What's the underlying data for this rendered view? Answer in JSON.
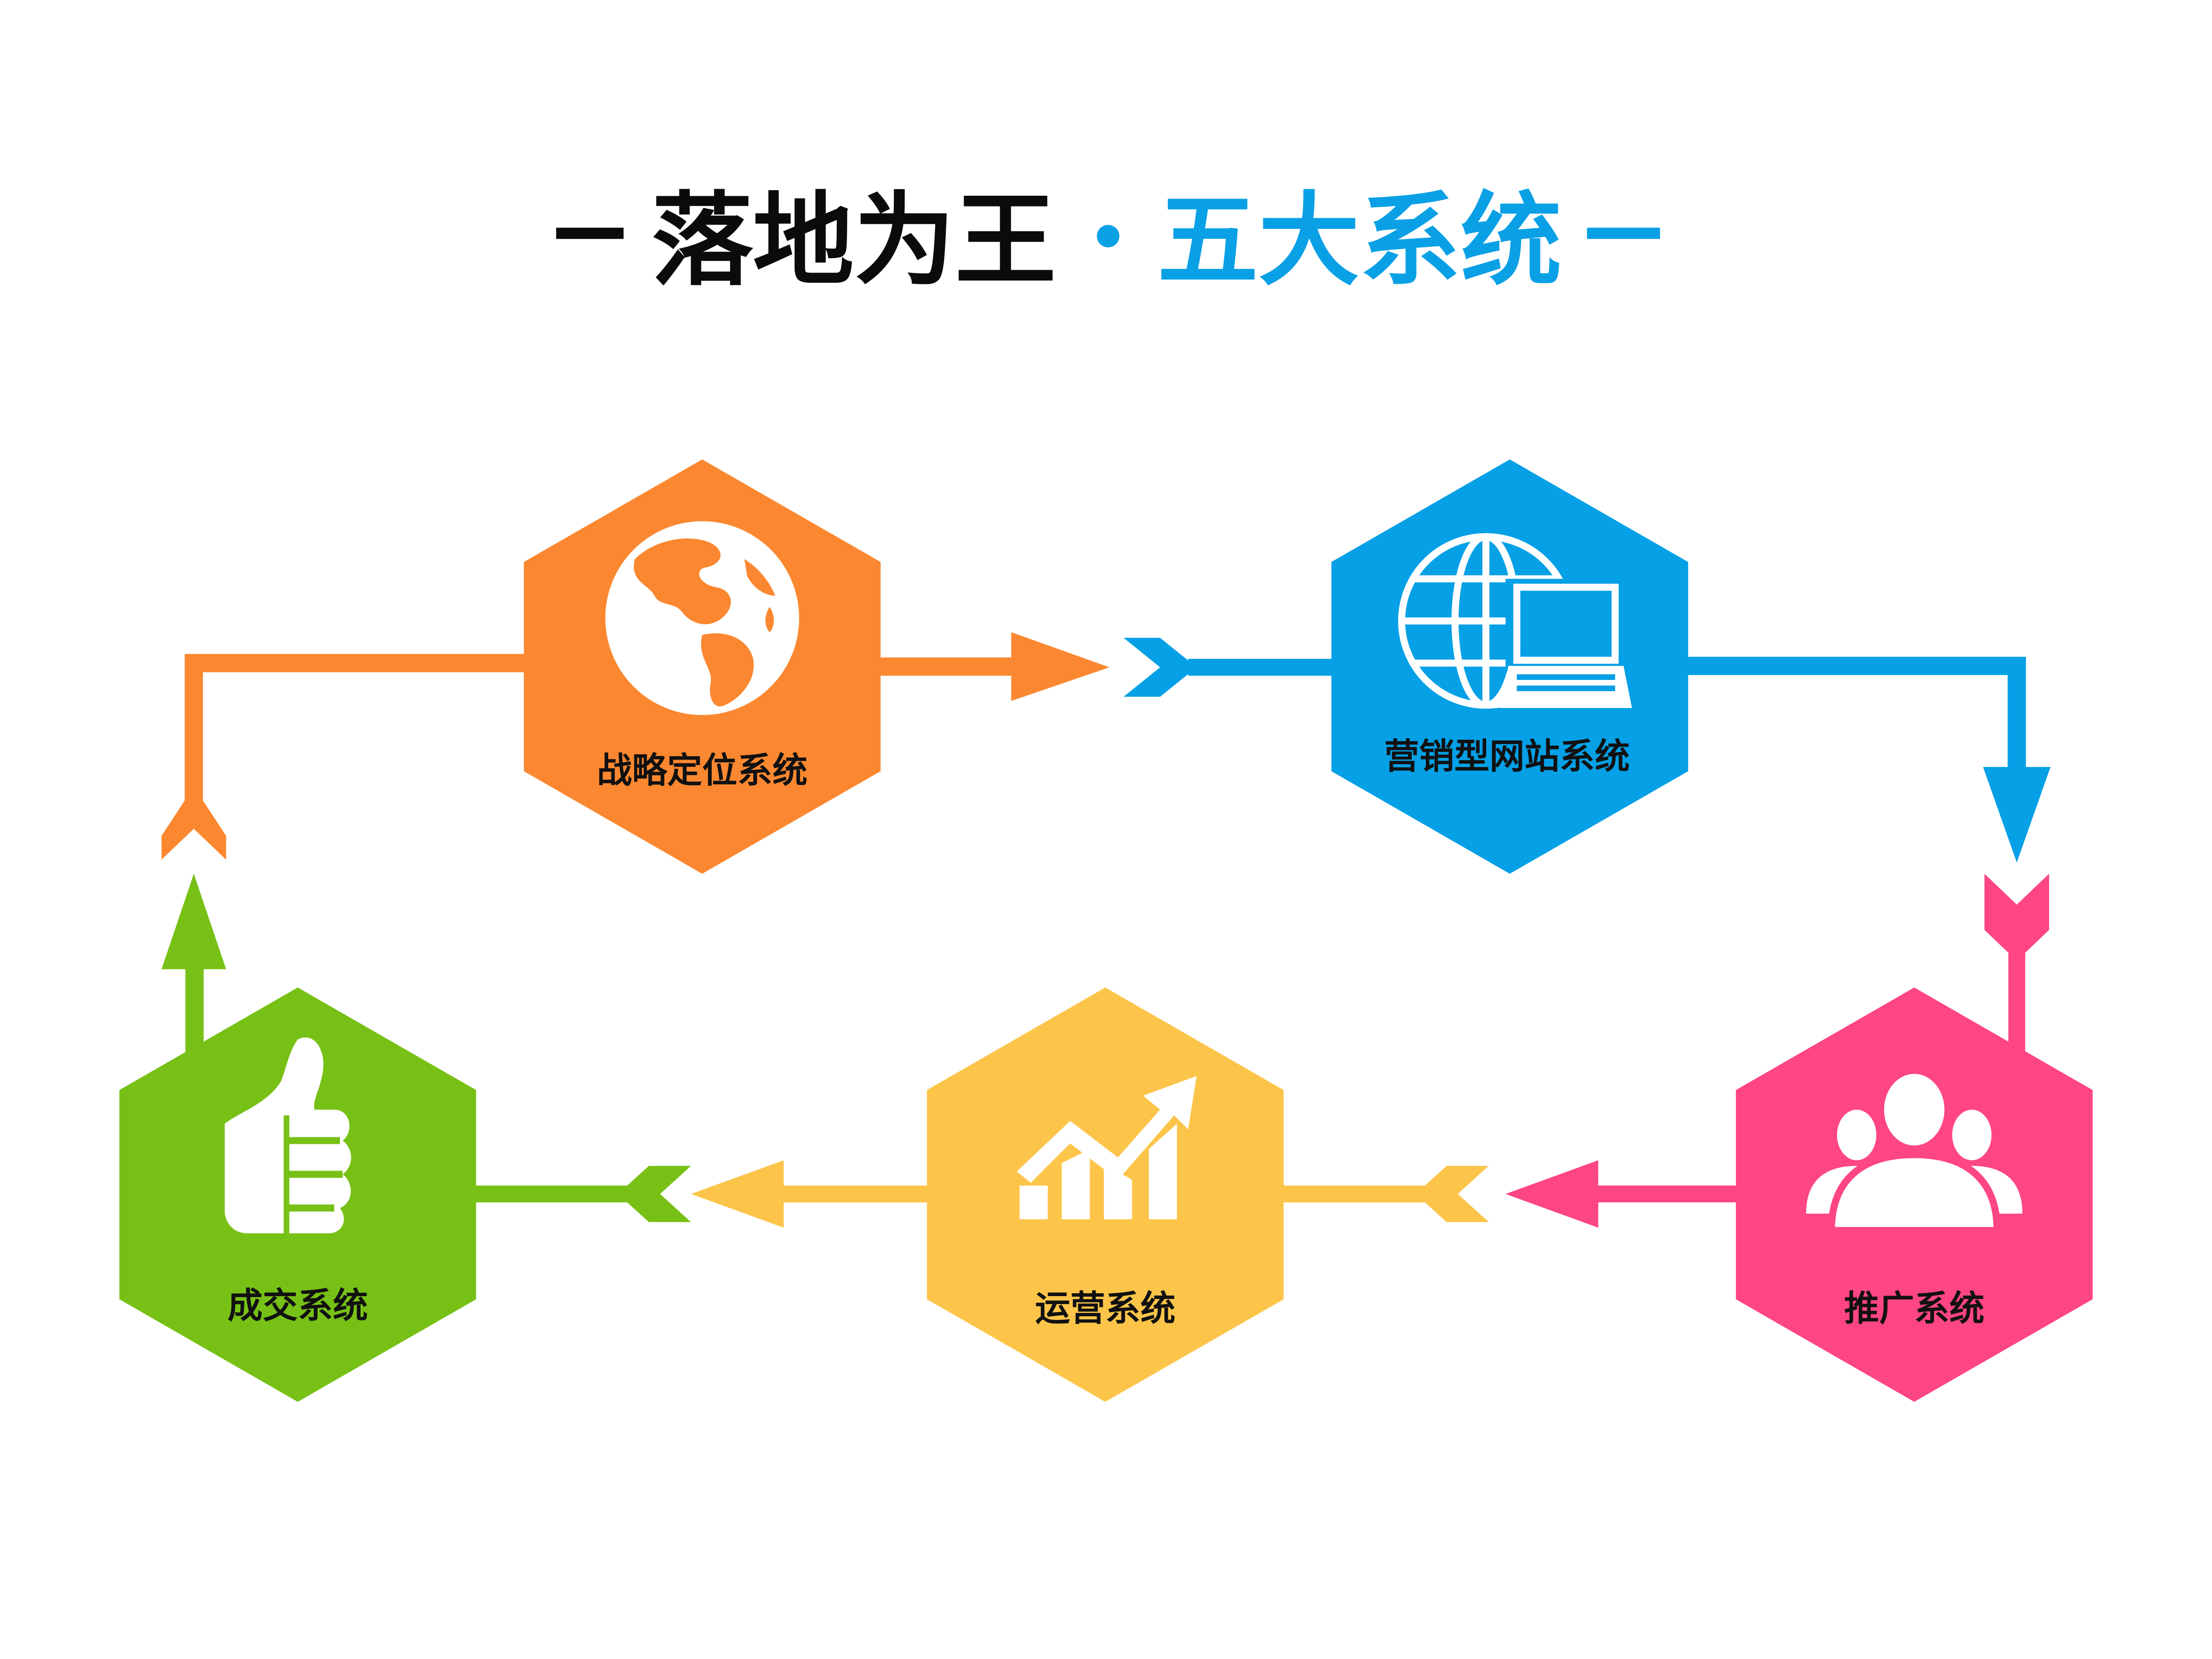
{
  "title": {
    "part1": "落地为王",
    "separator": "•",
    "part2": "五大系统",
    "part1_color": "#0b0b0b",
    "part2_color": "#0aa0e6"
  },
  "systems": [
    {
      "id": "strategy",
      "label": "战略定位系统",
      "icon": "globe-icon",
      "color": "#fb8830"
    },
    {
      "id": "website",
      "label": "营销型网站系统",
      "icon": "globe-laptop-icon",
      "color": "#05a0e6"
    },
    {
      "id": "promotion",
      "label": "推广系统",
      "icon": "people-icon",
      "color": "#fe4585"
    },
    {
      "id": "operation",
      "label": "运营系统",
      "icon": "growth-chart-icon",
      "color": "#fcc54a"
    },
    {
      "id": "deal",
      "label": "成交系统",
      "icon": "thumbs-up-icon",
      "color": "#77c116"
    }
  ],
  "flow": [
    "strategy",
    "website",
    "promotion",
    "operation",
    "deal",
    "strategy"
  ]
}
